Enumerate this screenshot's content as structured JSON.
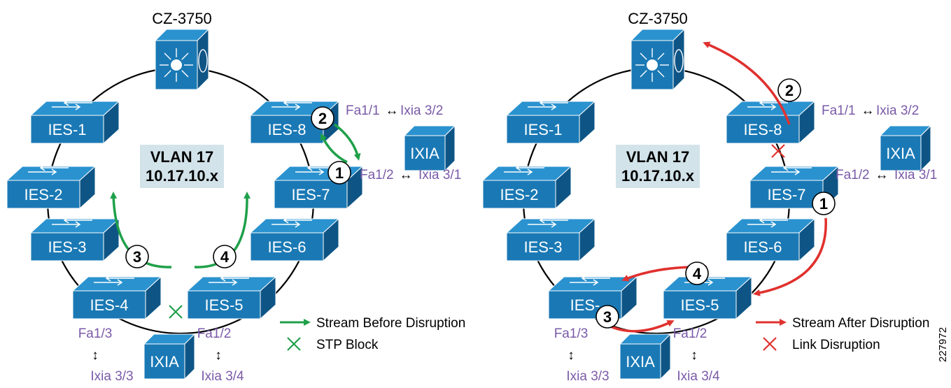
{
  "colors": {
    "switch_front": "#1a79b5",
    "switch_top": "#2a92cf",
    "switch_side": "#0e5586",
    "stream_before": "#1fa04a",
    "stream_after": "#e0312e",
    "port_text": "#7a5aa8",
    "vlan_box": "#d3e3ea"
  },
  "panels": [
    {
      "core_label": "CZ-3750",
      "vlan_line1": "VLAN 17",
      "vlan_line2": "10.17.10.x",
      "switches": [
        "IES-1",
        "IES-2",
        "IES-3",
        "IES-4",
        "IES-5",
        "IES-6",
        "IES-7",
        "IES-8"
      ],
      "ixia_labels": [
        "IXIA",
        "IXIA"
      ],
      "ports": {
        "fa11": "Fa1/1",
        "ixia32": "Ixia 3/2",
        "fa12_top": "Fa1/2",
        "ixia31": "Ixia 3/1",
        "fa13": "Fa1/3",
        "ixia33": "Ixia 3/3",
        "fa12_bottom": "Fa1/2",
        "ixia34": "Ixia 3/4"
      },
      "steps": [
        "1",
        "2",
        "3",
        "4"
      ],
      "legend": [
        {
          "icon": "green-arrow-icon",
          "text": "Stream Before Disruption"
        },
        {
          "icon": "green-x-icon",
          "text": "STP Block"
        }
      ]
    },
    {
      "core_label": "CZ-3750",
      "vlan_line1": "VLAN 17",
      "vlan_line2": "10.17.10.x",
      "switches": [
        "IES-1",
        "IES-2",
        "IES-3",
        "IES-",
        "IES-5",
        "IES-6",
        "IES-7",
        "IES-8"
      ],
      "ixia_labels": [
        "IXIA",
        "IXIA"
      ],
      "ports": {
        "fa11": "Fa1/1",
        "ixia32": "Ixia 3/2",
        "fa12_top": "Fa1/2",
        "ixia31": "Ixia 3/1",
        "fa13": "Fa1/3",
        "ixia33": "Ixia 3/3",
        "fa12_bottom": "Fa1/2",
        "ixia34": "Ixia 3/4"
      },
      "steps": [
        "1",
        "2",
        "3",
        "4"
      ],
      "legend": [
        {
          "icon": "red-arrow-icon",
          "text": "Stream After Disruption"
        },
        {
          "icon": "red-x-icon",
          "text": "Link Disruption"
        }
      ]
    }
  ],
  "figure_id": "227972"
}
